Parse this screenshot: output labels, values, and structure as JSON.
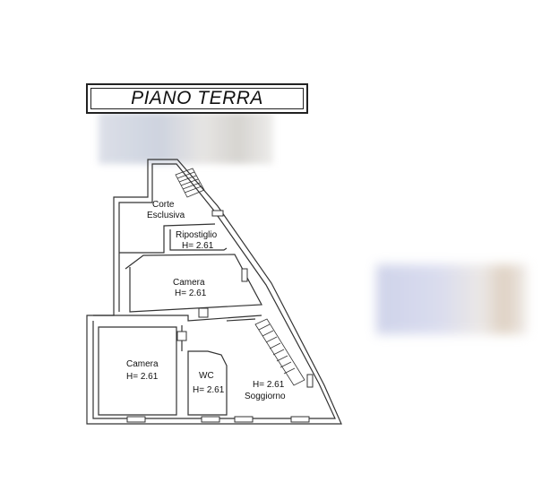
{
  "title": "PIANO TERRA",
  "rooms": {
    "corte": {
      "line1": "Corte",
      "line2": "Esclusiva"
    },
    "ripostiglio": {
      "name": "Ripostiglio",
      "height": "H= 2.61"
    },
    "camera1": {
      "name": "Camera",
      "height": "H= 2.61"
    },
    "camera2": {
      "name": "Camera",
      "height": "H= 2.61"
    },
    "wc": {
      "name": "WC",
      "height": "H= 2.61"
    },
    "soggiorno": {
      "height": "H= 2.61",
      "name": "Soggiorno"
    }
  },
  "colors": {
    "wall": "#333333",
    "background": "#ffffff"
  }
}
